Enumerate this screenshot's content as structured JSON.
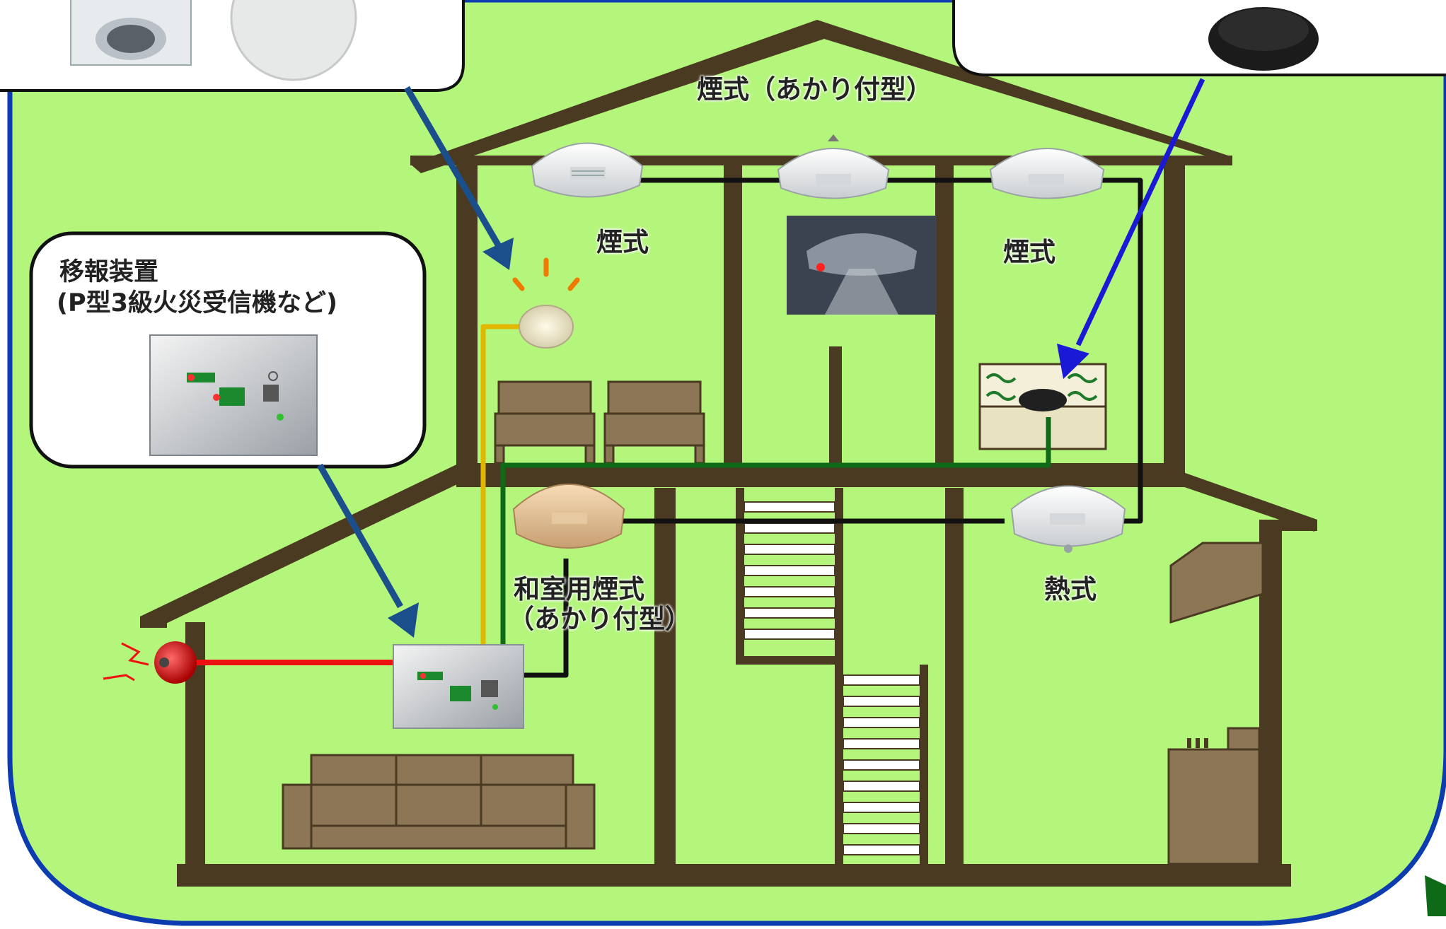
{
  "labels": {
    "roof_detector": "煙式（あかり付型）",
    "left_room_detector": "煙式",
    "right_room_detector": "煙式",
    "washitsu_line1": "和室用煙式",
    "washitsu_line2": "（あかり付型）",
    "heat_detector": "熱式",
    "transfer_title": "移報装置",
    "transfer_subtitle": "(P型3級火災受信機など)"
  },
  "colors": {
    "background": "#b4f57c",
    "house": "#4a3a22",
    "furniture": "#8c7656",
    "callout_border": "#0c3cb0",
    "arrow": "#1a4f8c",
    "arrow_right": "#1a1ad6",
    "wire_black": "#111111",
    "wire_yellow": "#e0b800",
    "wire_green": "#0e6a16",
    "wire_red": "#ee1111"
  },
  "icons": [
    "alarm-bell-icon",
    "warning-light-icon",
    "smoke-detector-icon",
    "heat-detector-icon",
    "control-panel-icon",
    "wireless-receiver-icon"
  ]
}
